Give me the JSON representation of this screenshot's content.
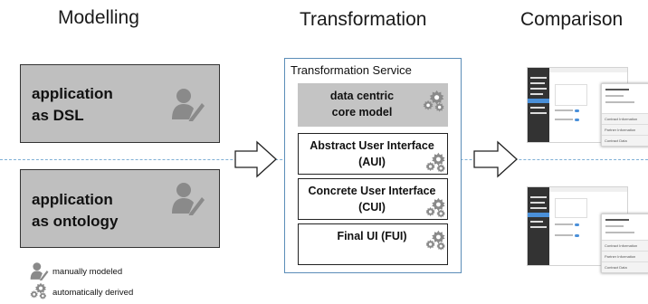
{
  "headings": {
    "modelling": "Modelling",
    "transformation": "Transformation",
    "comparison": "Comparison"
  },
  "modelling": {
    "dsl": {
      "line1": "application",
      "line2": "as DSL",
      "icon": "user-pencil-icon"
    },
    "ontology": {
      "line1": "application",
      "line2": "as ontology",
      "icon": "user-pencil-icon"
    }
  },
  "service": {
    "title": "Transformation Service",
    "core": {
      "line1": "data centric",
      "line2": "core model",
      "icon": "gears-icon"
    },
    "layers": [
      {
        "line1": "Abstract User Interface",
        "line2": "(AUI)",
        "icon": "gears-icon"
      },
      {
        "line1": "Concrete User Interface",
        "line2": "(CUI)",
        "icon": "gears-icon"
      },
      {
        "line1": "Final UI (FUI)",
        "line2": "",
        "icon": "gears-icon"
      }
    ]
  },
  "comparison": {
    "screens": [
      {
        "panel_items": [
          "Contract Information",
          "Partner Information",
          "Contract Data"
        ]
      },
      {
        "panel_items": [
          "Contract Information",
          "Partner Information",
          "Contract Data"
        ]
      }
    ]
  },
  "legend": {
    "manual": "manually modeled",
    "auto": "automatically derived"
  },
  "colors": {
    "box_fill": "#bfbfbf",
    "service_border": "#5b8db8",
    "dashed_line": "#7fb0d6",
    "icon_gray": "#8a8a8a"
  }
}
